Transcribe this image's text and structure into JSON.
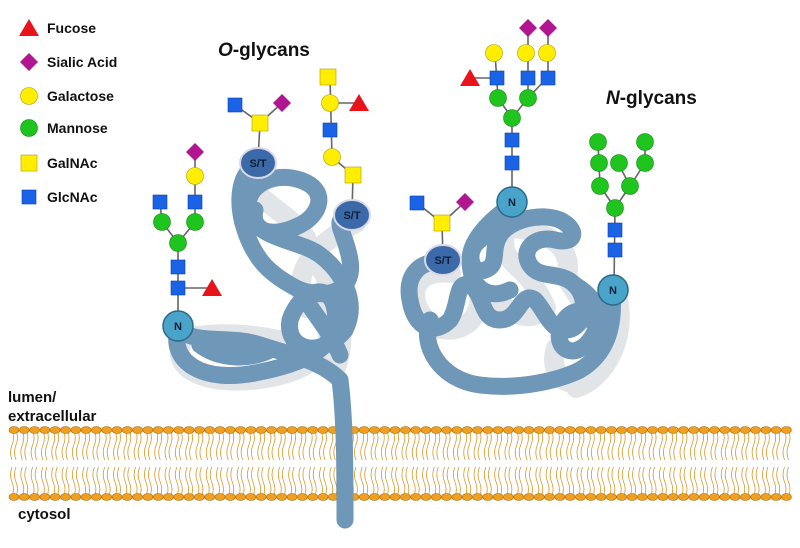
{
  "legend": [
    {
      "label": "Fucose",
      "icon": "red-triangle",
      "color": "#e8141c"
    },
    {
      "label": "Sialic Acid",
      "icon": "purple-diamond",
      "color": "#b0168f"
    },
    {
      "label": "Galactose",
      "icon": "yellow-circle",
      "color": "#ffee00"
    },
    {
      "label": "Mannose",
      "icon": "green-circle",
      "color": "#1fc41f"
    },
    {
      "label": "GalNAc",
      "icon": "yellow-square",
      "color": "#ffee00"
    },
    {
      "label": "GlcNAc",
      "icon": "blue-square",
      "color": "#1a63e6"
    }
  ],
  "titles": {
    "o_glycans_prefix": "O",
    "o_glycans_rest": "-glycans",
    "n_glycans_prefix": "N",
    "n_glycans_rest": "-glycans"
  },
  "sites": {
    "n": "N",
    "st": "S/T"
  },
  "membrane": {
    "lumen_line1": "lumen/",
    "lumen_line2": "extracellular",
    "cytosol": "cytosol"
  },
  "colors": {
    "protein": "#6f97b7",
    "lipid_head": "#f0a020",
    "n_site": "#4aa3c8",
    "st_site": "#3c6aa8"
  }
}
